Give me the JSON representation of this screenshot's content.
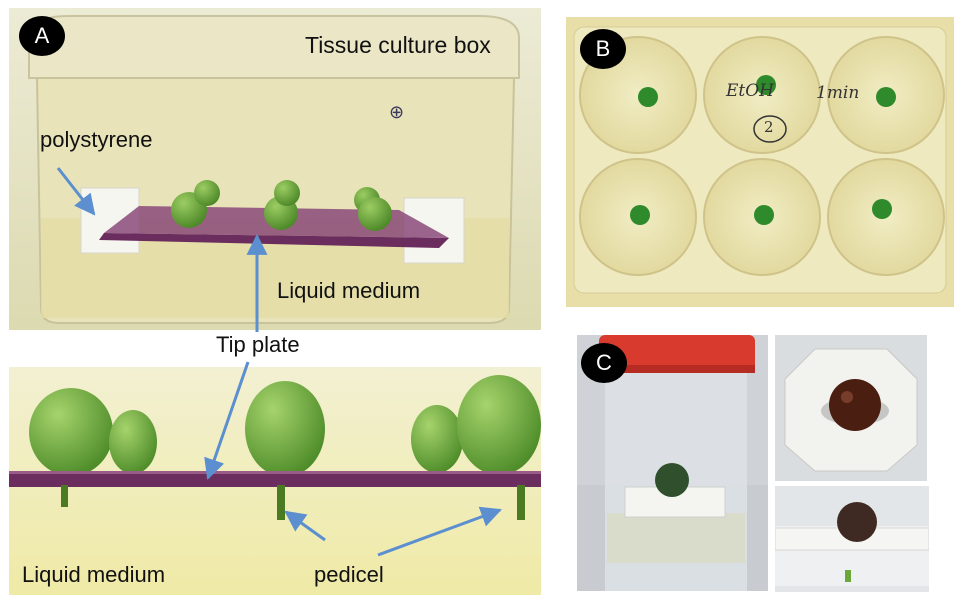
{
  "panels": {
    "a": {
      "badge": "A",
      "title": "Tissue culture box",
      "material": "polystyrene",
      "medium": "Liquid medium"
    },
    "plate_label": "Tip plate",
    "a_closeup": {
      "medium": "Liquid medium",
      "stalk": "pedicel"
    },
    "b": {
      "badge": "B",
      "handwriting_1": "EtOH",
      "handwriting_2": "1min",
      "handwriting_3": "2"
    },
    "c": {
      "badge": "C"
    }
  },
  "colors": {
    "arrow": "#5b8fd0",
    "grape": "#6aa83a",
    "tip_plate": "#6b2c5e",
    "medium": "#eeedc2"
  }
}
